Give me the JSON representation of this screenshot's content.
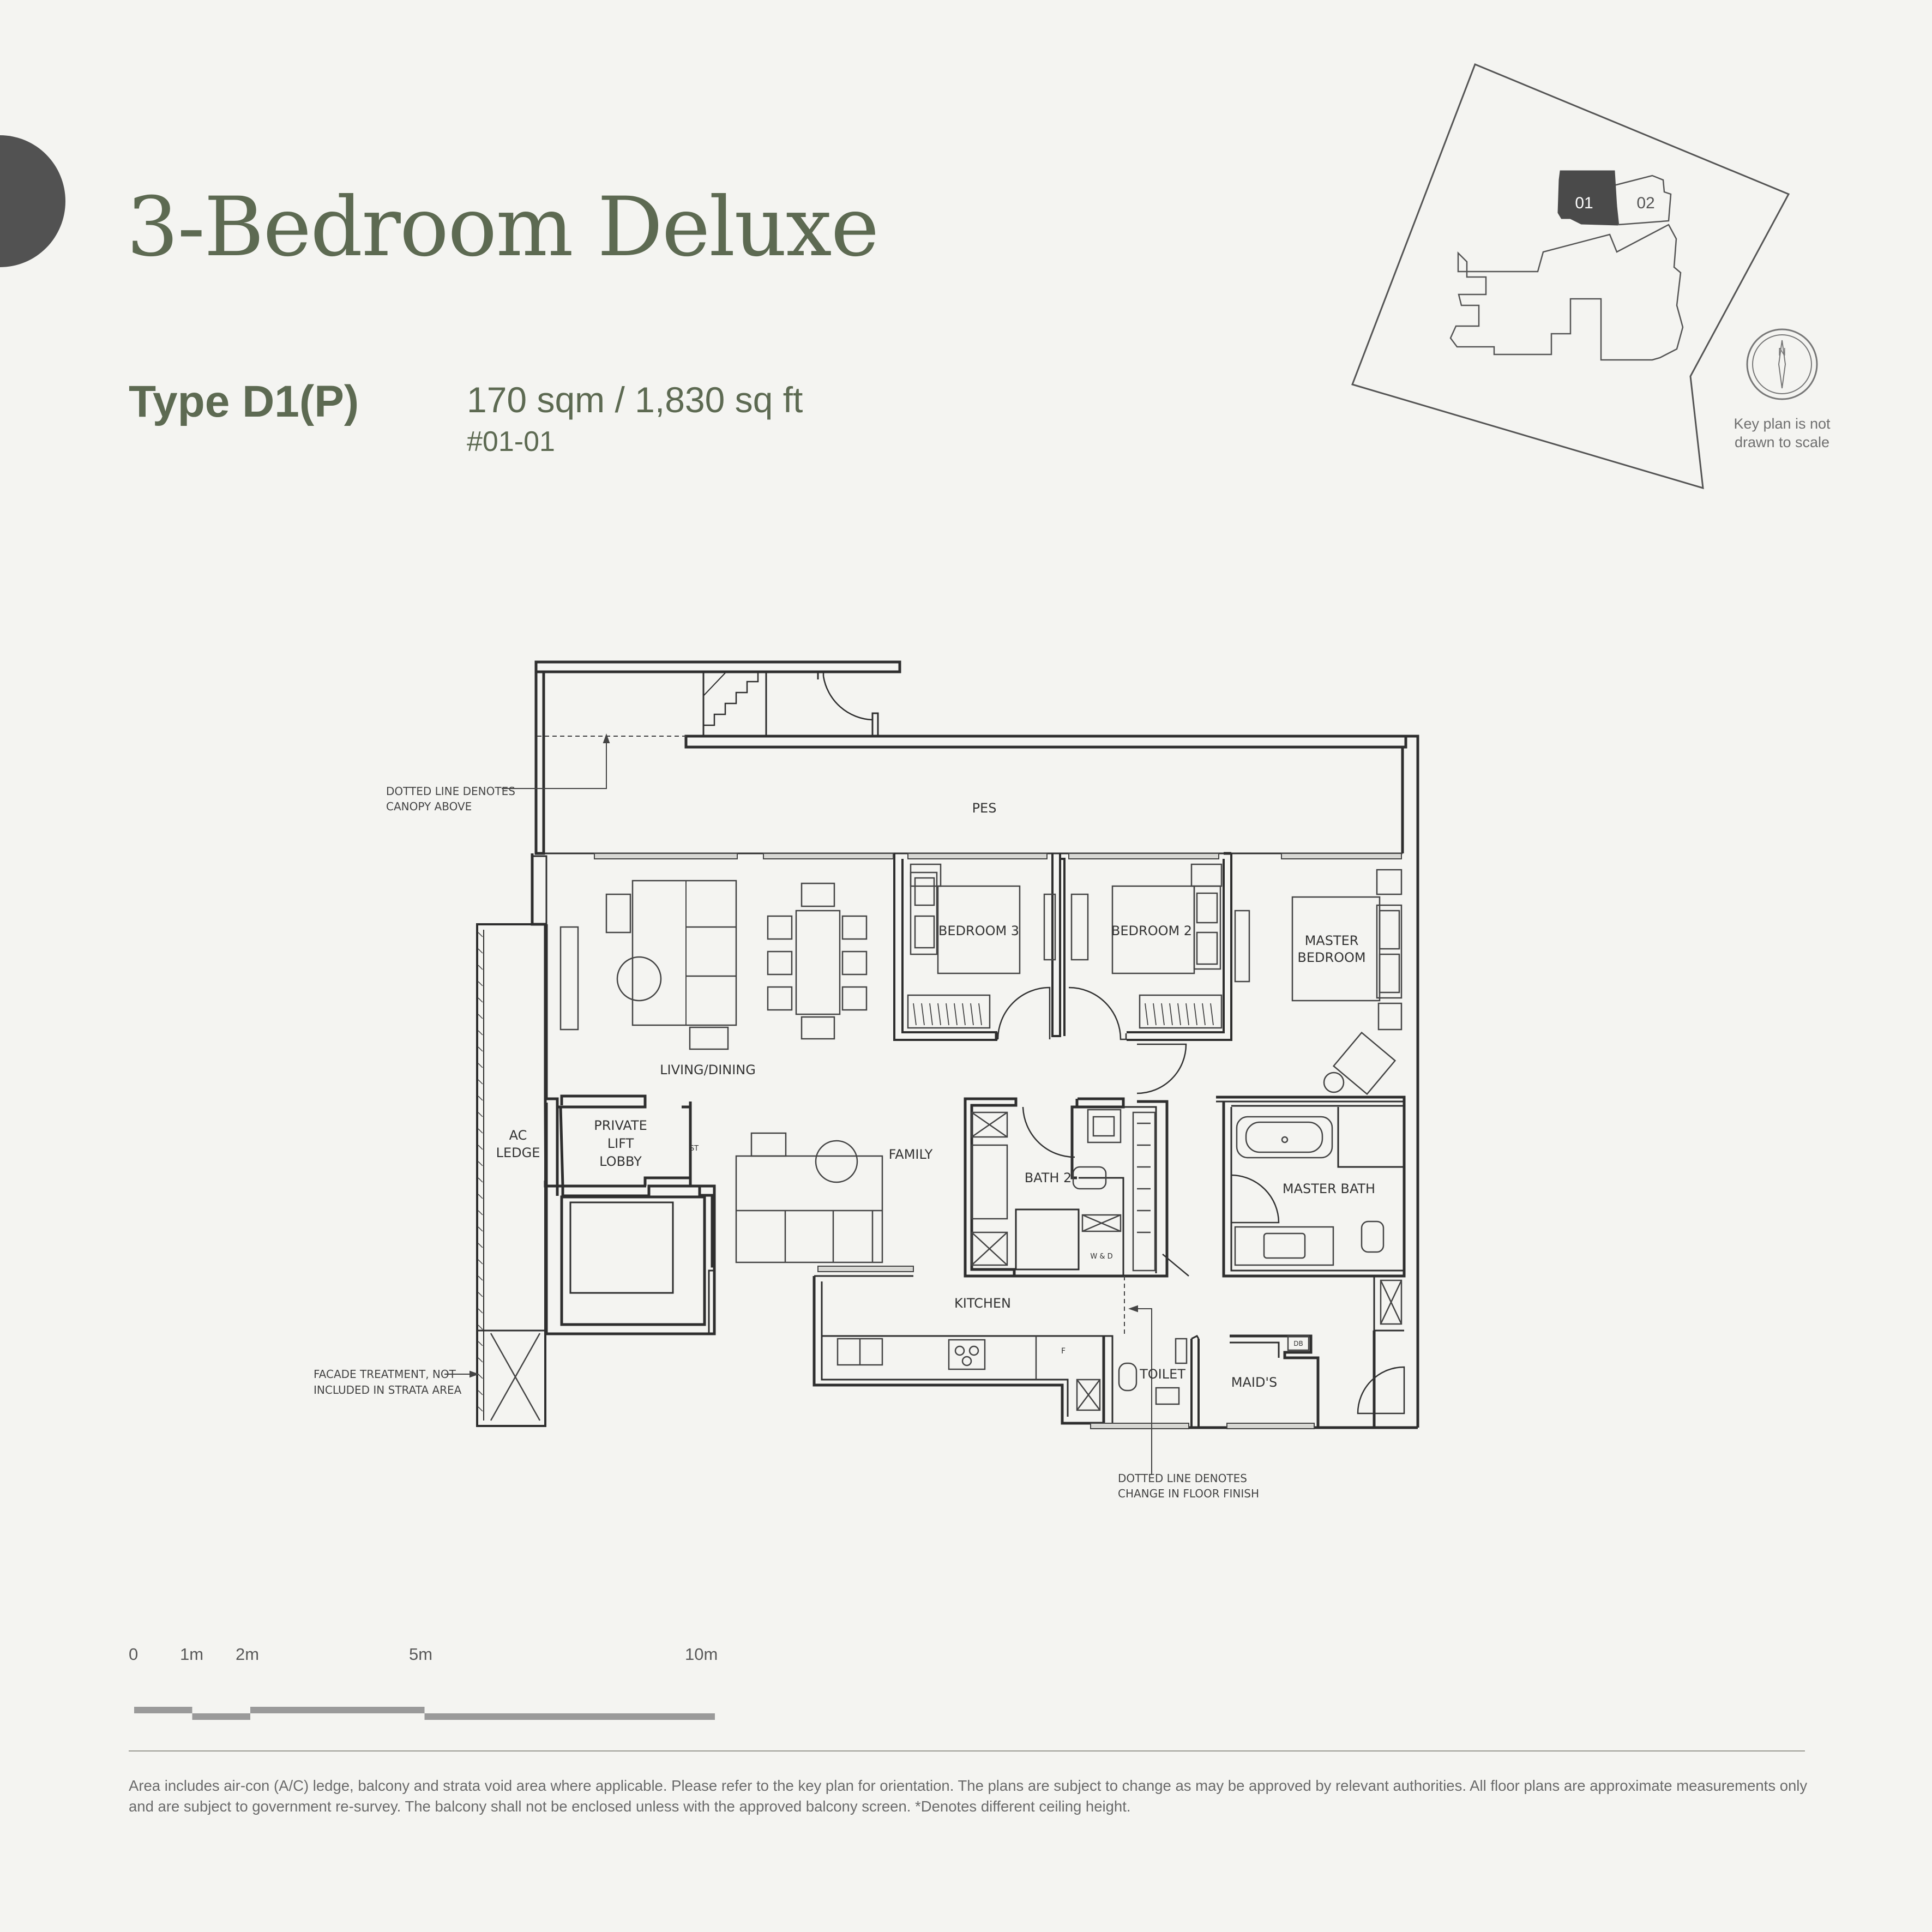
{
  "header": {
    "title": "3-Bedroom Deluxe",
    "type": "Type D1(P)",
    "area": "170 sqm / 1,830 sq ft",
    "unit": "#01-01"
  },
  "key_plan": {
    "unit_labels": [
      "01",
      "02"
    ],
    "compass": "N",
    "note": "Key plan is not drawn to scale",
    "highlight_color": "#4a4a4a"
  },
  "rooms": {
    "pes": "PES",
    "living_dining": "LIVING/DINING",
    "bedroom3": "BEDROOM 3",
    "bedroom2": "BEDROOM 2",
    "master_bedroom": [
      "MASTER",
      "BEDROOM"
    ],
    "ac_ledge": [
      "AC",
      "LEDGE"
    ],
    "lift_lobby": [
      "PRIVATE",
      "LIFT",
      "LOBBY"
    ],
    "st": "ST",
    "family": "FAMILY",
    "bath2": "BATH 2",
    "master_bath": "MASTER BATH",
    "wd": "W & D",
    "kitchen": "KITCHEN",
    "fridge": "F",
    "toilet": "TOILET",
    "maids": "MAID'S",
    "db": "DB"
  },
  "annotations": {
    "canopy": [
      "DOTTED LINE DENOTES",
      "CANOPY ABOVE"
    ],
    "facade": [
      "FACADE TREATMENT, NOT",
      "INCLUDED IN STRATA AREA"
    ],
    "floor_finish": [
      "DOTTED LINE DENOTES",
      "CHANGE IN FLOOR FINISH"
    ]
  },
  "scale_bar": {
    "labels": [
      "0",
      "1m",
      "2m",
      "5m",
      "10m"
    ],
    "values_m": [
      0,
      1,
      2,
      5,
      10
    ]
  },
  "disclaimer": "Area includes air-con (A/C) ledge, balcony and strata void area where applicable. Please refer to the key plan for orientation. The plans are subject to change as may be approved by relevant authorities. All floor plans are approximate measurements only and are subject to government re-survey. The balcony shall not be enclosed unless with the approved balcony screen. *Denotes different ceiling height.",
  "colors": {
    "accent": "#5d6a52",
    "tab": "#525252",
    "background": "#f4f4f1"
  }
}
